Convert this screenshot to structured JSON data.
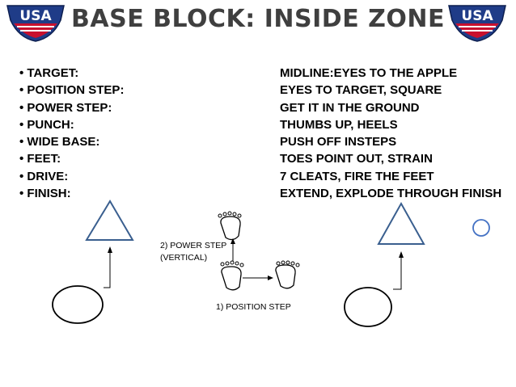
{
  "header": {
    "title": "BASE BLOCK: INSIDE ZONE",
    "logo_text": "USA"
  },
  "bullets": [
    {
      "term": "• TARGET:",
      "detail": "MIDLINE:EYES TO THE APPLE"
    },
    {
      "term": "• POSITION STEP:",
      "detail": "EYES TO TARGET, SQUARE"
    },
    {
      "term": "• POWER STEP:",
      "detail": "GET IT IN THE GROUND"
    },
    {
      "term": "• PUNCH:",
      "detail": "THUMBS UP, HEELS"
    },
    {
      "term": "• WIDE BASE:",
      "detail": "PUSH OFF INSTEPS"
    },
    {
      "term": "• FEET:",
      "detail": "TOES POINT OUT, STRAIN"
    },
    {
      "term": "• DRIVE:",
      "detail": "7 CLEATS, FIRE THE FEET"
    },
    {
      "term": "• FINISH:",
      "detail": "EXTEND, EXPLODE THROUGH FINISH"
    }
  ],
  "diagram": {
    "power_step_label": "2) POWER STEP",
    "power_step_sublabel": "(VERTICAL)",
    "position_step_label": "1) POSITION STEP"
  },
  "colors": {
    "triangle_stroke": "#3a5f8f",
    "circle_stroke": "#4472c4",
    "title": "#3f3f3f",
    "logo_blue": "#1f3c88",
    "logo_red": "#c8102e"
  }
}
